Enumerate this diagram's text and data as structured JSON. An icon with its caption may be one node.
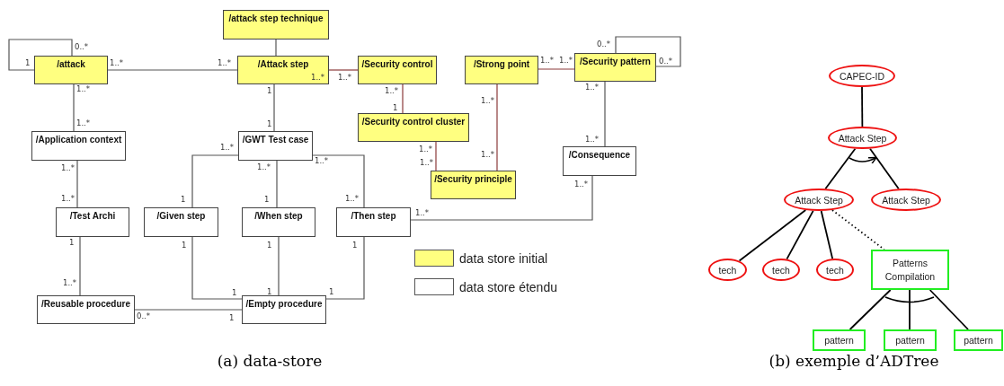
{
  "diagram": {
    "nodes": [
      {
        "text": [
          "/attack step technique"
        ]
      },
      {
        "text": [
          "/attack"
        ]
      },
      {
        "text": [
          "/Attack step"
        ]
      },
      {
        "text": [
          "/Security control"
        ]
      },
      {
        "text": [
          "/Strong point"
        ]
      },
      {
        "text": [
          "/Security pattern"
        ]
      },
      {
        "text": [
          "/Application context"
        ]
      },
      {
        "text": [
          "/GWT Test case"
        ]
      },
      {
        "text": [
          "/Security control cluster"
        ]
      },
      {
        "text": [
          "/Consequence"
        ]
      },
      {
        "text": [
          "/Security principle"
        ]
      },
      {
        "text": [
          "/Test Archi"
        ]
      },
      {
        "text": [
          "/Given step"
        ]
      },
      {
        "text": [
          "/When step"
        ]
      },
      {
        "text": [
          "/Then step"
        ]
      },
      {
        "text": [
          "/Reusable procedure"
        ]
      },
      {
        "text": [
          "/Empty procedure"
        ]
      },
      {
        "text": [
          "CAPEC-ID"
        ]
      },
      {
        "text": [
          "Attack Step"
        ]
      },
      {
        "text": [
          "Attack Step"
        ]
      },
      {
        "text": [
          "Attack Step"
        ]
      },
      {
        "text": [
          "tech"
        ]
      },
      {
        "text": [
          "tech"
        ]
      },
      {
        "text": [
          "tech"
        ]
      },
      {
        "text": [
          "Patterns Compilation"
        ]
      },
      {
        "text": [
          "pattern"
        ]
      },
      {
        "text": [
          "pattern"
        ]
      },
      {
        "text": [
          "pattern"
        ]
      }
    ],
    "edges": [
      {
        "from": 1,
        "to": 1,
        "arrow": "none"
      },
      {
        "from": 0,
        "to": 2,
        "arrow": "none"
      },
      {
        "from": 1,
        "to": 2,
        "arrow": "none"
      },
      {
        "from": 2,
        "to": 3,
        "arrow": "none",
        "color": "#8b3a3a"
      },
      {
        "from": 4,
        "to": 5,
        "arrow": "none",
        "color": "#8b3a3a"
      },
      {
        "from": 5,
        "to": 5,
        "arrow": "none"
      },
      {
        "from": 1,
        "to": 6,
        "arrow": "none"
      },
      {
        "from": 2,
        "to": 7,
        "arrow": "none"
      },
      {
        "from": 3,
        "to": 8,
        "arrow": "none",
        "color": "#8b3a3a"
      },
      {
        "from": 4,
        "to": 10,
        "arrow": "none",
        "color": "#8b3a3a"
      },
      {
        "from": 5,
        "to": 9,
        "arrow": "none"
      },
      {
        "from": 8,
        "to": 10,
        "arrow": "none",
        "color": "#8b3a3a"
      },
      {
        "from": 6,
        "to": 11,
        "arrow": "none"
      },
      {
        "from": 7,
        "to": 12,
        "arrow": "none"
      },
      {
        "from": 7,
        "to": 13,
        "arrow": "none"
      },
      {
        "from": 7,
        "to": 14,
        "arrow": "none"
      },
      {
        "from": 9,
        "to": 14,
        "arrow": "none"
      },
      {
        "from": 11,
        "to": 15,
        "arrow": "none"
      },
      {
        "from": 12,
        "to": 16,
        "arrow": "none"
      },
      {
        "from": 13,
        "to": 16,
        "arrow": "none"
      },
      {
        "from": 14,
        "to": 16,
        "arrow": "none"
      },
      {
        "from": 15,
        "to": 16,
        "arrow": "none"
      },
      {
        "from": 17,
        "to": 18,
        "arrow": "none",
        "color": "#000000"
      },
      {
        "from": 18,
        "to": 19,
        "arrow": "none",
        "color": "#000000"
      },
      {
        "from": 18,
        "to": 20,
        "arrow": "none",
        "color": "#000000"
      },
      {
        "from": 19,
        "to": 21,
        "arrow": "none",
        "color": "#000000"
      },
      {
        "from": 19,
        "to": 22,
        "arrow": "none",
        "color": "#000000"
      },
      {
        "from": 19,
        "to": 23,
        "arrow": "none",
        "color": "#000000"
      },
      {
        "from": 19,
        "to": 24,
        "arrow": "none",
        "style": "dashed",
        "color": "#000000"
      },
      {
        "from": 24,
        "to": 25,
        "arrow": "none",
        "color": "#000000"
      },
      {
        "from": 24,
        "to": 26,
        "arrow": "none",
        "color": "#000000"
      },
      {
        "from": 24,
        "to": 27,
        "arrow": "none",
        "color": "#000000"
      }
    ],
    "labels": [
      "0..*",
      "1",
      "1..*",
      "1..*",
      "1..*",
      "1..*",
      "1..*",
      "1..*",
      "0..*",
      "0..*",
      "1..*",
      "1..*",
      "1",
      "1",
      "1..*",
      "1",
      "1..*",
      "1..*",
      "1..*",
      "1..*",
      "1..*",
      "1..*",
      "1..*",
      "1..*",
      "1..*",
      "1",
      "1..*",
      "1",
      "1..*",
      "1..*",
      "1..*",
      "1..*",
      "1",
      "1..*",
      "1",
      "1",
      "1",
      "1",
      "1",
      "1",
      "0..*",
      "1",
      "(a) data-store",
      "(b) exemple d’ADTree"
    ],
    "legend": [
      {
        "text": "data store initial",
        "color": "#ffff80"
      },
      {
        "text": "data store étendu",
        "color": "#ffffff"
      }
    ]
  }
}
